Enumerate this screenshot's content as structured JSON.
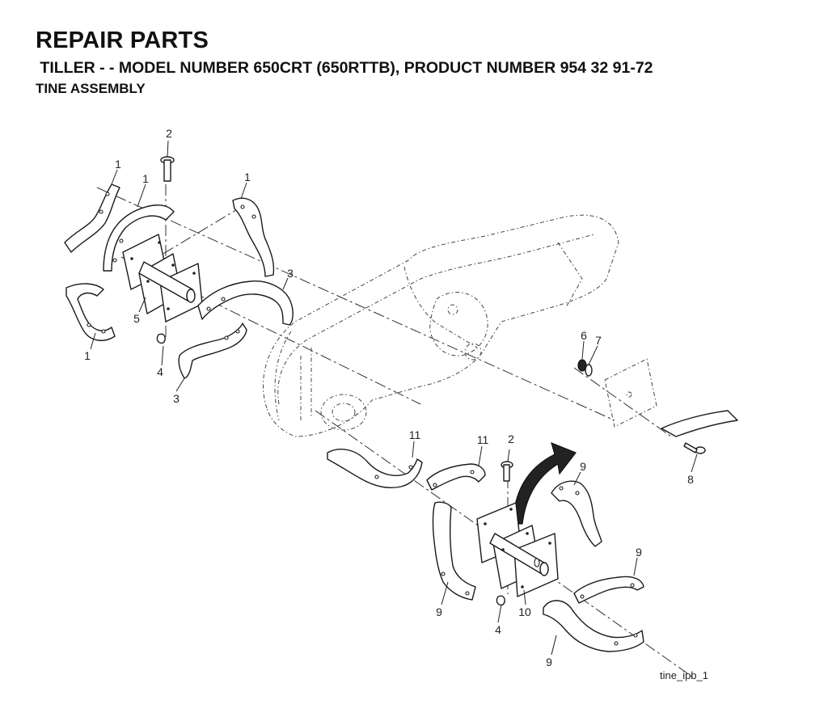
{
  "header": {
    "title": "REPAIR PARTS",
    "subtitle": " TILLER - - MODEL NUMBER 650CRT (650RTTB), PRODUCT NUMBER 954 32 91-72",
    "section": "TINE ASSEMBLY"
  },
  "figure_id": "tine_ipb_1",
  "callouts": {
    "c1a": "1",
    "c1b": "1",
    "c1c": "1",
    "c1d": "1",
    "c2a": "2",
    "c2b": "2",
    "c3a": "3",
    "c3b": "3",
    "c4a": "4",
    "c4b": "4",
    "c5": "5",
    "c6": "6",
    "c7": "7",
    "c8": "8",
    "c9a": "9",
    "c9b": "9",
    "c9c": "9",
    "c9d": "9",
    "c10": "10",
    "c11a": "11",
    "c11b": "11"
  }
}
